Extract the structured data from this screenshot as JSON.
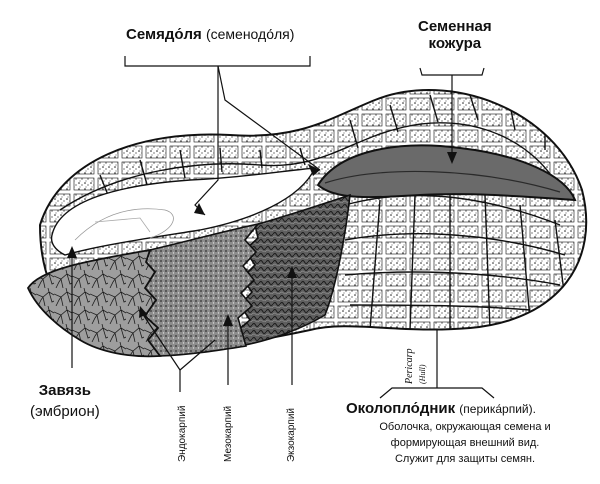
{
  "labels": {
    "cotyledon_bold": "Семядо́ля",
    "cotyledon_alt": "(семенодо́ля)",
    "seed_coat_line1": "Семенная",
    "seed_coat_line2": "кожура",
    "ovary": "Завязь",
    "embryo": "(эмбрион)",
    "endocarp": "Эндокарпий",
    "mesocarp": "Мезокарпий",
    "exocarp": "Экзокарпий",
    "pericarp_latin": "Pericarp",
    "hull": "(Hull)",
    "pericarp_bold": "Околопло́дник",
    "pericarp_alt": "(перика́рпий).",
    "pericarp_desc_1": "Оболочка, окружающая семена и",
    "pericarp_desc_2": "формирующая внешний вид.",
    "pericarp_desc_3": "Служит для защиты семян."
  },
  "colors": {
    "outline": "#111111",
    "seed_coat_fill": "#6a6a6a",
    "mesocarp_fill": "#8c8c8c",
    "exocarp_fill": "#5e5e5e",
    "hull_fill": "#f2f2f2"
  }
}
